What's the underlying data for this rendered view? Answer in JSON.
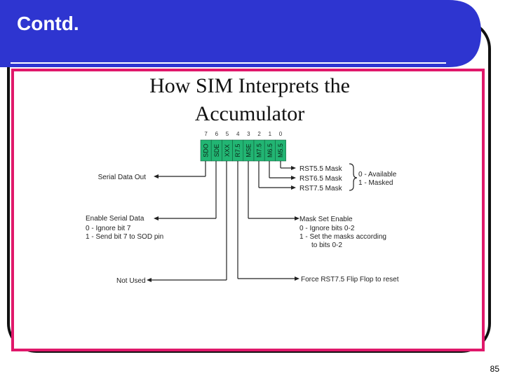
{
  "slide": {
    "title": "Contd.",
    "page_number": "85"
  },
  "diagram": {
    "heading_line1": "How SIM Interprets the",
    "heading_line2": "Accumulator",
    "bit_numbers": [
      "7",
      "6",
      "5",
      "4",
      "3",
      "2",
      "1",
      "0"
    ],
    "bit_names": [
      "SDO",
      "SDE",
      "XXX",
      "R7.5",
      "MSE",
      "M7.5",
      "M6.5",
      "M5.5"
    ],
    "left_labels": {
      "serial_out": "Serial Data Out",
      "enable_serial": "Enable Serial Data",
      "enable_0": "0 - Ignore bit 7",
      "enable_1": "1 - Send bit 7 to SOD pin",
      "not_used": "Not Used"
    },
    "right_labels": {
      "rst55": "RST5.5 Mask",
      "rst65": "RST6.5 Mask",
      "rst75": "RST7.5 Mask",
      "avail": "0 - Available",
      "masked": "1 - Masked",
      "mask_set": "Mask Set Enable",
      "mse_0": "0 - Ignore bits 0-2",
      "mse_1": "1 - Set the masks according",
      "mse_1b": "to bits 0-2",
      "force": "Force RST7.5 Flip Flop to reset"
    }
  },
  "colors": {
    "title_bar": "#2e35d0",
    "border": "#e0186a",
    "bit_cell": "#22b573"
  }
}
